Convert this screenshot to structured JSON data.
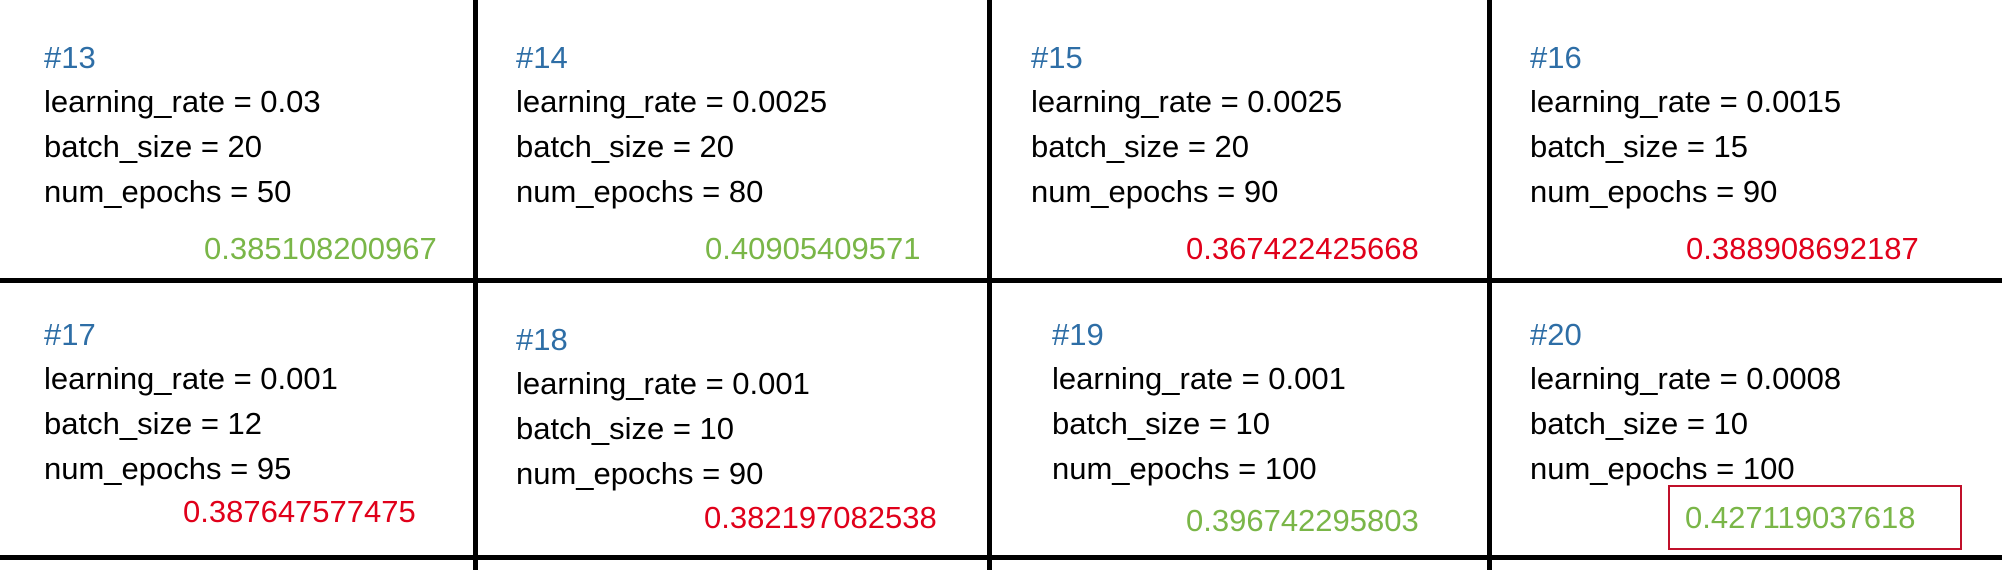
{
  "colors": {
    "run_id": "#2e6ea6",
    "text": "#000000",
    "score_good": "#7ab648",
    "score_bad": "#e0001a",
    "highlight_border": "#c0102a",
    "grid": "#000000"
  },
  "runs": [
    {
      "id": "#13",
      "learning_rate": "learning_rate = 0.03",
      "batch_size": "batch_size = 20",
      "num_epochs": "num_epochs = 50",
      "score": "0.385108200967",
      "score_color": "green"
    },
    {
      "id": "#14",
      "learning_rate": "learning_rate = 0.0025",
      "batch_size": "batch_size = 20",
      "num_epochs": "num_epochs = 80",
      "score": "0.40905409571",
      "score_color": "green"
    },
    {
      "id": "#15",
      "learning_rate": "learning_rate = 0.0025",
      "batch_size": "batch_size = 20",
      "num_epochs": "num_epochs = 90",
      "score": "0.367422425668",
      "score_color": "red"
    },
    {
      "id": "#16",
      "learning_rate": "learning_rate = 0.0015",
      "batch_size": "batch_size = 15",
      "num_epochs": "num_epochs = 90",
      "score": "0.388908692187",
      "score_color": "red"
    },
    {
      "id": "#17",
      "learning_rate": "learning_rate = 0.001",
      "batch_size": "batch_size = 12",
      "num_epochs": "num_epochs = 95",
      "score": "0.387647577475",
      "score_color": "red"
    },
    {
      "id": "#18",
      "learning_rate": "learning_rate = 0.001",
      "batch_size": "batch_size = 10",
      "num_epochs": "num_epochs = 90",
      "score": "0.382197082538",
      "score_color": "red"
    },
    {
      "id": "#19",
      "learning_rate": "learning_rate = 0.001",
      "batch_size": "batch_size = 10",
      "num_epochs": "num_epochs = 100",
      "score": "0.396742295803",
      "score_color": "green"
    },
    {
      "id": "#20",
      "learning_rate": "learning_rate = 0.0008",
      "batch_size": "batch_size = 10",
      "num_epochs": "num_epochs = 100",
      "score": "0.427119037618",
      "score_color": "green",
      "highlighted": true
    }
  ]
}
